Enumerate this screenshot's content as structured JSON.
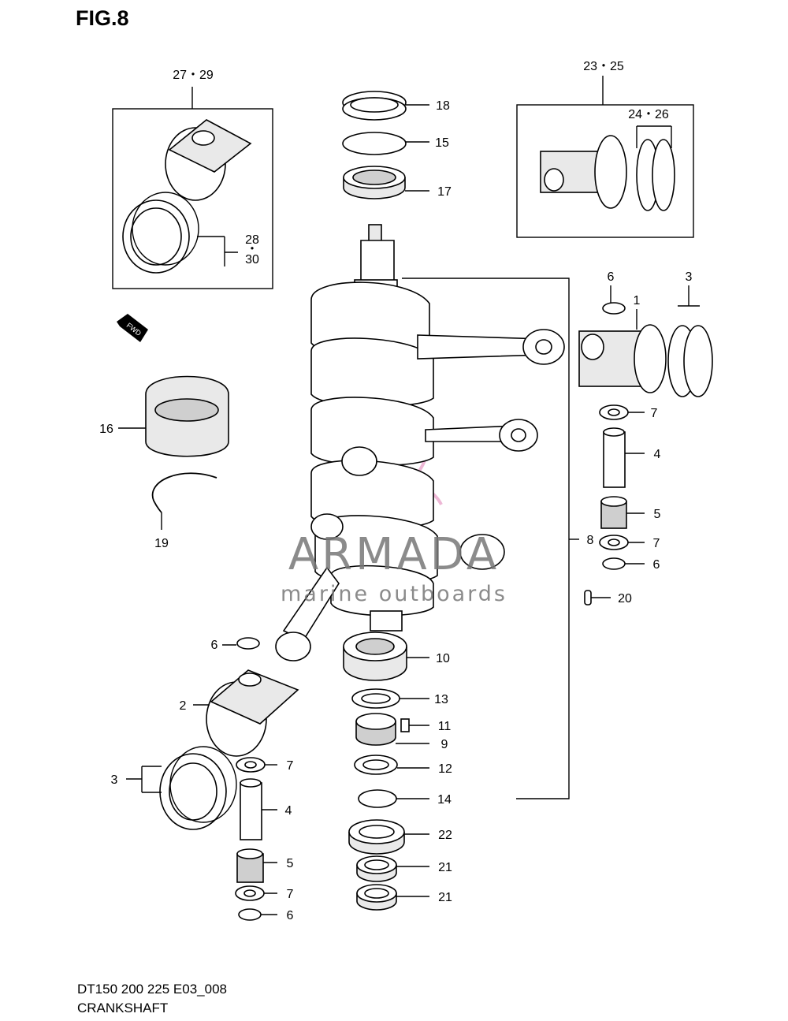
{
  "figure_title": "FIG.8",
  "footer": {
    "model": "DT150 200 225 E03_008",
    "section": "CRANKSHAFT"
  },
  "fwd_mark": "FWD",
  "watermark": {
    "brand": "ARMADA",
    "tagline": "marine outboards",
    "colors": {
      "logo": "#e8a0c8",
      "text": "#777777"
    }
  },
  "callouts": {
    "c27_29": "27・29",
    "c28": "28",
    "c28_dot": "・",
    "c30": "30",
    "c23_25": "23・25",
    "c24_26": "24・26",
    "c18": "18",
    "c15": "15",
    "c17": "17",
    "c6a": "6",
    "c3a": "3",
    "c1": "1",
    "c7a": "7",
    "c4a": "4",
    "c5a": "5",
    "c8": "8",
    "c7b": "7",
    "c6b": "6",
    "c20": "20",
    "c16": "16",
    "c19": "19",
    "c6c": "6",
    "c10": "10",
    "c2": "2",
    "c13": "13",
    "c11": "11",
    "c9": "9",
    "c3b": "3",
    "c7c": "7",
    "c12": "12",
    "c4b": "4",
    "c14": "14",
    "c22": "22",
    "c5b": "5",
    "c21a": "21",
    "c7d": "7",
    "c21b": "21",
    "c6d": "6"
  }
}
